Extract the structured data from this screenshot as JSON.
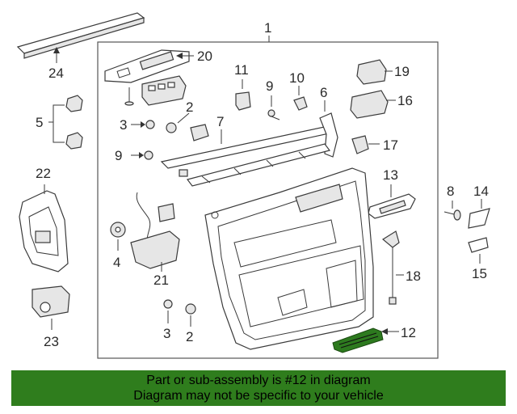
{
  "diagram": {
    "callouts": {
      "c1": "1",
      "c2a": "2",
      "c2b": "2",
      "c3a": "3",
      "c3b": "3",
      "c4": "4",
      "c5": "5",
      "c6": "6",
      "c7": "7",
      "c8": "8",
      "c9a": "9",
      "c9b": "9",
      "c10": "10",
      "c11": "11",
      "c12": "12",
      "c13": "13",
      "c14": "14",
      "c15": "15",
      "c16": "16",
      "c17": "17",
      "c18": "18",
      "c19": "19",
      "c20": "20",
      "c21": "21",
      "c22": "22",
      "c23": "23",
      "c24": "24"
    },
    "highlight_color": "#2d7a1f"
  },
  "banner": {
    "line1": "Part or sub-assembly is #12 in diagram",
    "line2": "Diagram may not be specific to your vehicle",
    "background": "#2f7d1d"
  }
}
